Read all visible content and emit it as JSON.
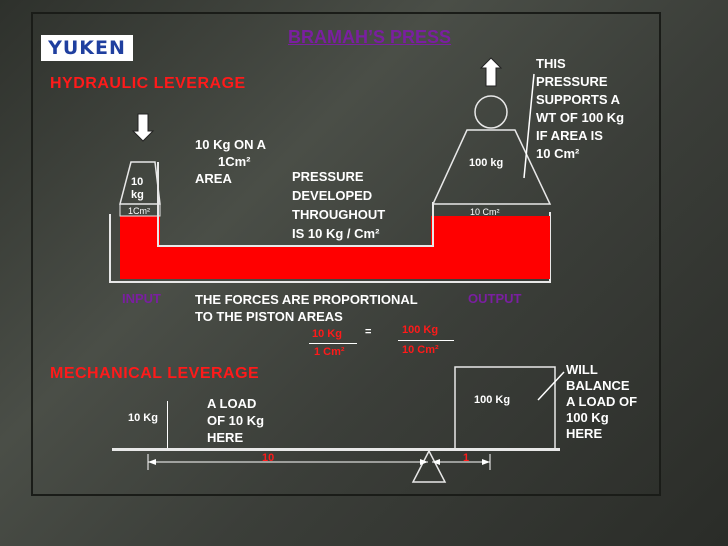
{
  "logo": {
    "text": "YUKEN"
  },
  "title": "BRAMAH’S  PRESS",
  "hydraulic": {
    "heading": "HYDRAULIC LEVERAGE",
    "right_note": [
      "THIS",
      "PRESSURE",
      "SUPPORTS A",
      "WT OF 100 Kg",
      "IF AREA IS",
      "10 Cm²"
    ],
    "left_note": [
      "10 Kg ON A",
      "1Cm²",
      "AREA"
    ],
    "pressure_note": [
      "PRESSURE",
      "DEVELOPED",
      "THROUGHOUT",
      "IS 10 Kg / Cm²"
    ],
    "small_piston_weight": [
      "10",
      "kg"
    ],
    "small_piston_area": "1Cm²",
    "large_piston_weight": "100 kg",
    "large_piston_area": "10 Cm²",
    "input_label": "INPUT",
    "output_label": "OUTPUT",
    "proportional_note": [
      "THE FORCES ARE PROPORTIONAL",
      "TO THE PISTON AREAS"
    ],
    "ratio_left_num": "10  Kg",
    "ratio_left_den": "1  Cm²",
    "ratio_eq": "=",
    "ratio_right_num": "100  Kg",
    "ratio_right_den": "10  Cm²"
  },
  "mechanical": {
    "heading": "MECHANICAL  LEVERAGE",
    "left_box": "10 Kg",
    "left_note": [
      "A LOAD",
      "OF 10 Kg",
      "HERE"
    ],
    "right_box": "100 Kg",
    "right_note": [
      "WILL",
      "BALANCE",
      "A LOAD OF",
      "100 Kg",
      "HERE"
    ],
    "left_arm": "10",
    "right_arm": "1"
  },
  "colors": {
    "fluid": "#ff0000",
    "title": "#7a1fa0",
    "heading": "#ff1a1a",
    "io_label": "#7a1fa0"
  }
}
